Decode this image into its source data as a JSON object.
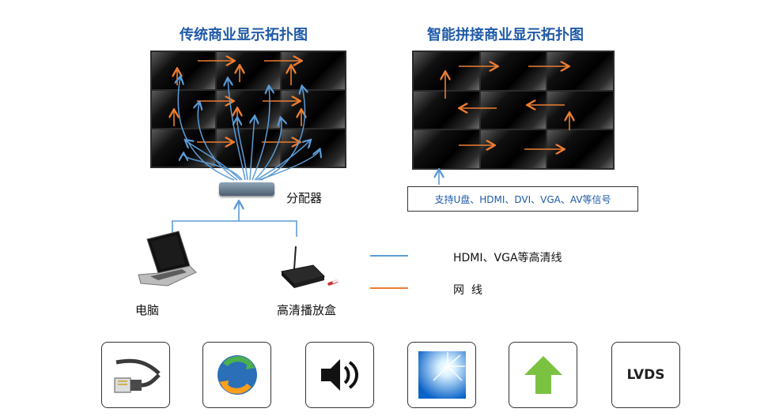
{
  "titles": {
    "traditional": "传统商业显示拓扑图",
    "smart": "智能拼接商业显示拓扑图"
  },
  "devices": {
    "splitter": "分配器",
    "computer": "电脑",
    "player_box": "高清播放盒"
  },
  "signal_box": "支持U盘、HDMI、DVI、VGA、AV等信号",
  "legend": [
    {
      "color": "#5b9bd5",
      "label": "HDMI、VGA等高清线"
    },
    {
      "color": "#ed7d31",
      "label": "网  线"
    }
  ],
  "icons": [
    {
      "icon": "ethernet-cable-icon"
    },
    {
      "icon": "network-refresh-icon"
    },
    {
      "icon": "speaker-icon"
    },
    {
      "icon": "brightness-sun-icon"
    },
    {
      "icon": "upgrade-arrow-icon"
    },
    {
      "icon": "lvds-icon",
      "label": "LVDS"
    }
  ],
  "colors": {
    "title": "#1f5aa8",
    "hdmi_line": "#5b9bd5",
    "network_line": "#ed7d31"
  }
}
